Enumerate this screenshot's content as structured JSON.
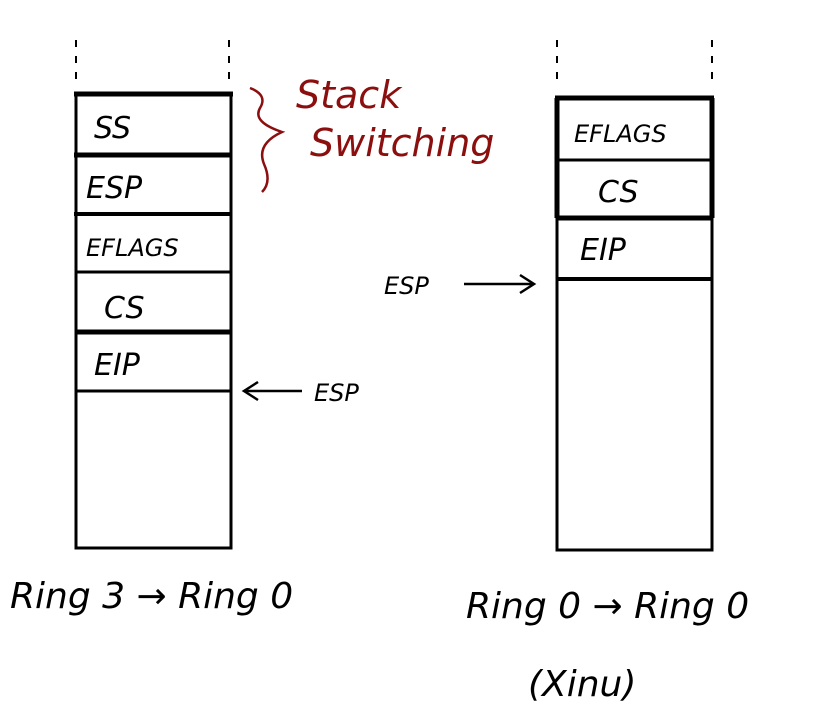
{
  "left_stack": {
    "cells": [
      "SS",
      "ESP",
      "EFLAGS",
      "CS",
      "EIP"
    ],
    "pointer_label": "ESP",
    "caption": "Ring 3 → Ring 0",
    "annotation_line1": "Stack",
    "annotation_line2": "Switching"
  },
  "right_stack": {
    "cells": [
      "EFLAGS",
      "CS",
      "EIP"
    ],
    "pointer_label": "ESP",
    "caption": "Ring 0 → Ring 0",
    "subcaption": "(Xinu)"
  },
  "colors": {
    "ink": "#000000",
    "annotation": "#8b0f0f"
  }
}
